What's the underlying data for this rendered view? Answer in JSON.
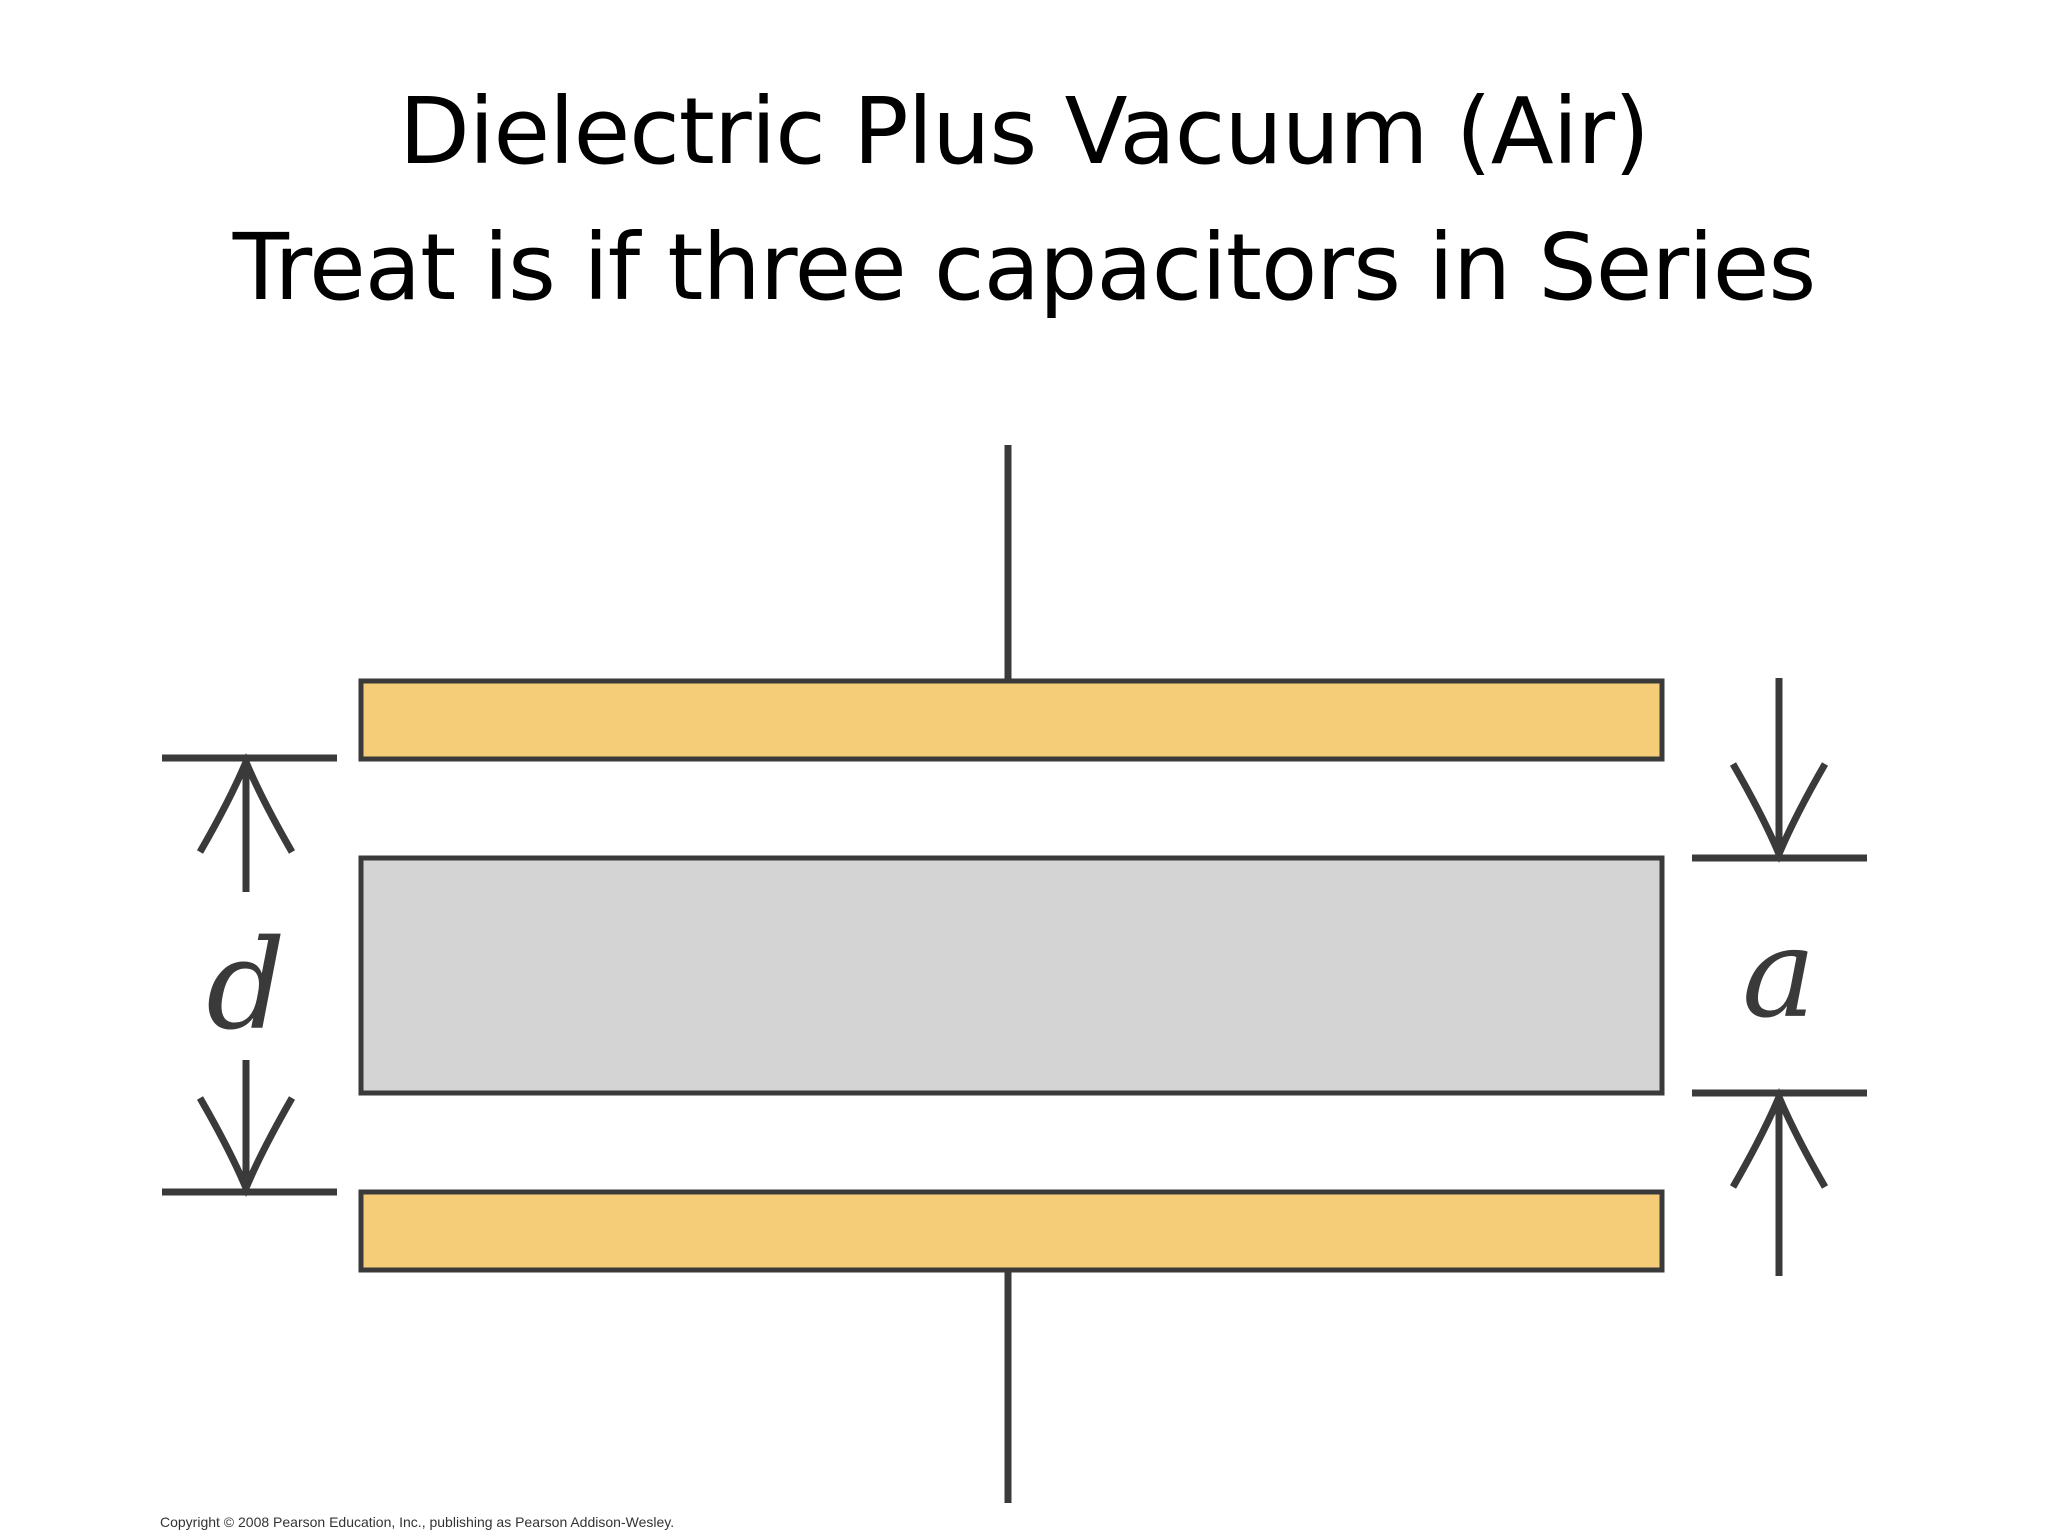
{
  "title": {
    "line1": "Dielectric Plus Vacuum (Air)",
    "line2": "Treat is if three capacitors in Series"
  },
  "labels": {
    "d": "d",
    "a": "a"
  },
  "copyright": "Copyright © 2008 Pearson Education, Inc., publishing as Pearson Addison-Wesley.",
  "colors": {
    "plate_fill": "#F5CD78",
    "dielectric_fill": "#D4D4D4",
    "stroke": "#3A3A3A",
    "background": "#FFFFFF"
  }
}
